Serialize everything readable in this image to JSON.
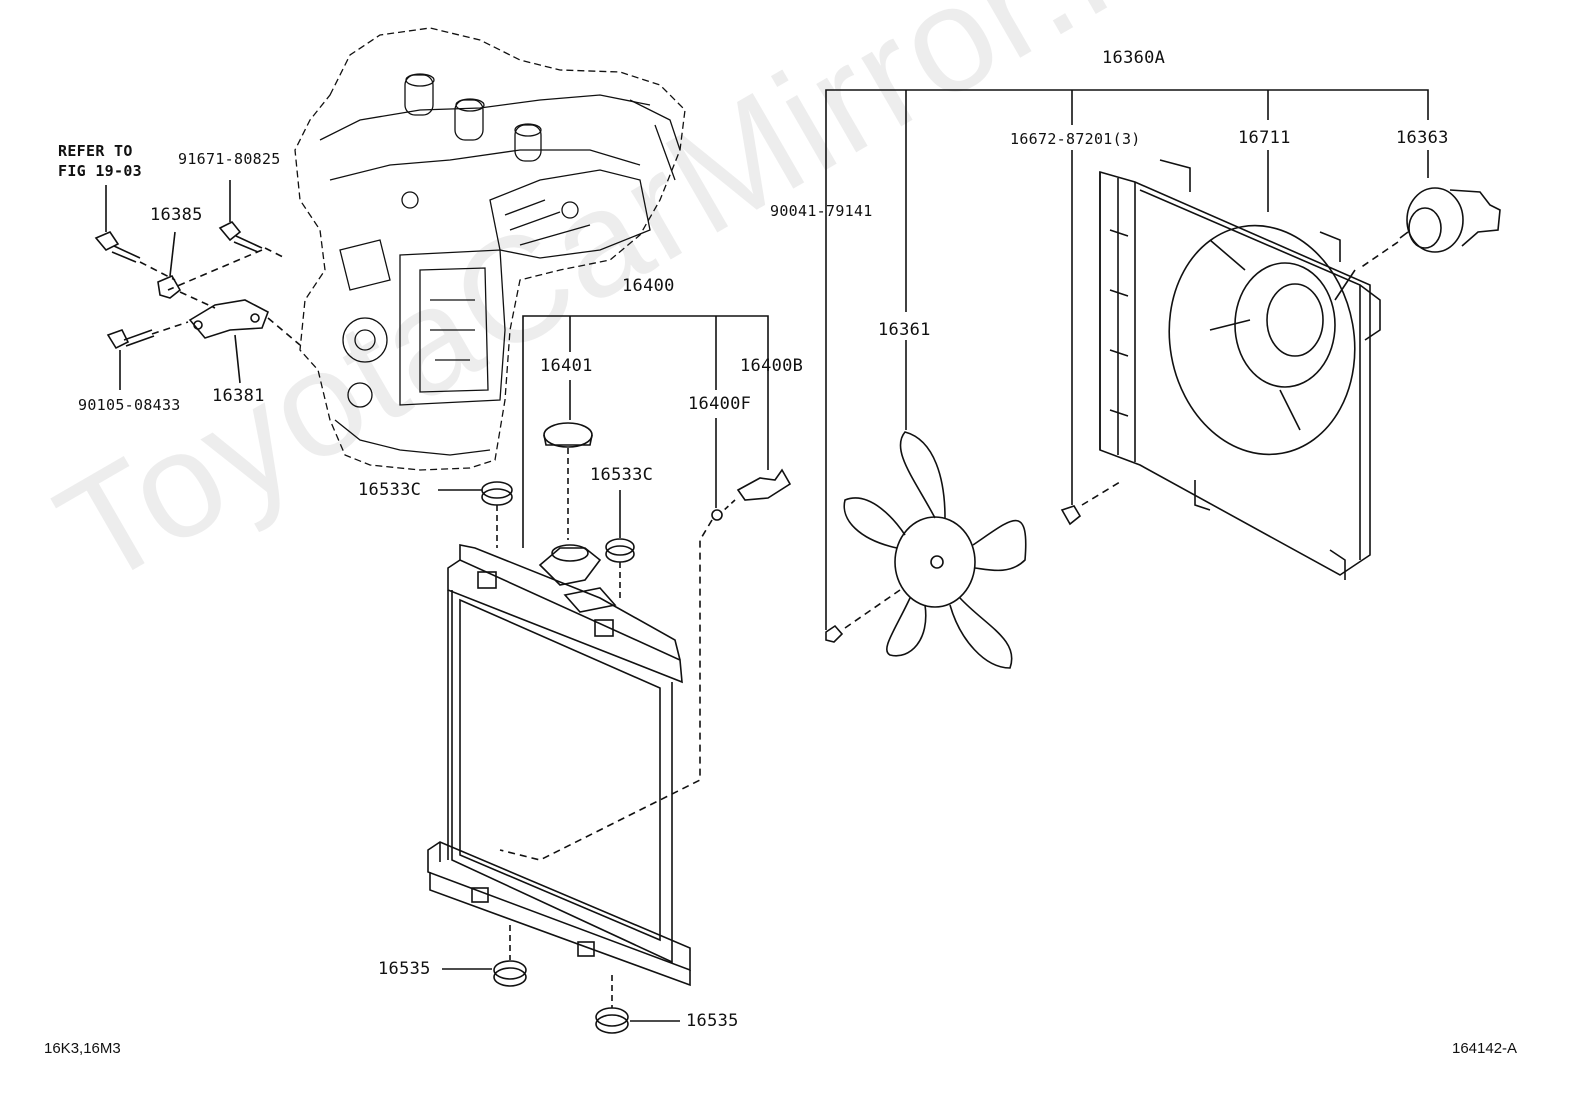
{
  "refer": {
    "line1": "REFER TO",
    "line2": "FIG 19-03"
  },
  "labels": {
    "p91671": "91671-80825",
    "p16385": "16385",
    "p90105": "90105-08433",
    "p16381": "16381",
    "p16400": "16400",
    "p16401": "16401",
    "p16400B": "16400B",
    "p16400F": "16400F",
    "p16533C_left": "16533C",
    "p16533C_right": "16533C",
    "p16535_left": "16535",
    "p16535_right": "16535",
    "p16360A": "16360A",
    "p90041": "90041-79141",
    "p16361": "16361",
    "p16672": "16672-87201(3)",
    "p16711": "16711",
    "p16363": "16363"
  },
  "footer": {
    "model": "16K3,16M3",
    "figure_id": "164142-A"
  },
  "watermark": "ToyotaCarMirror.ru"
}
